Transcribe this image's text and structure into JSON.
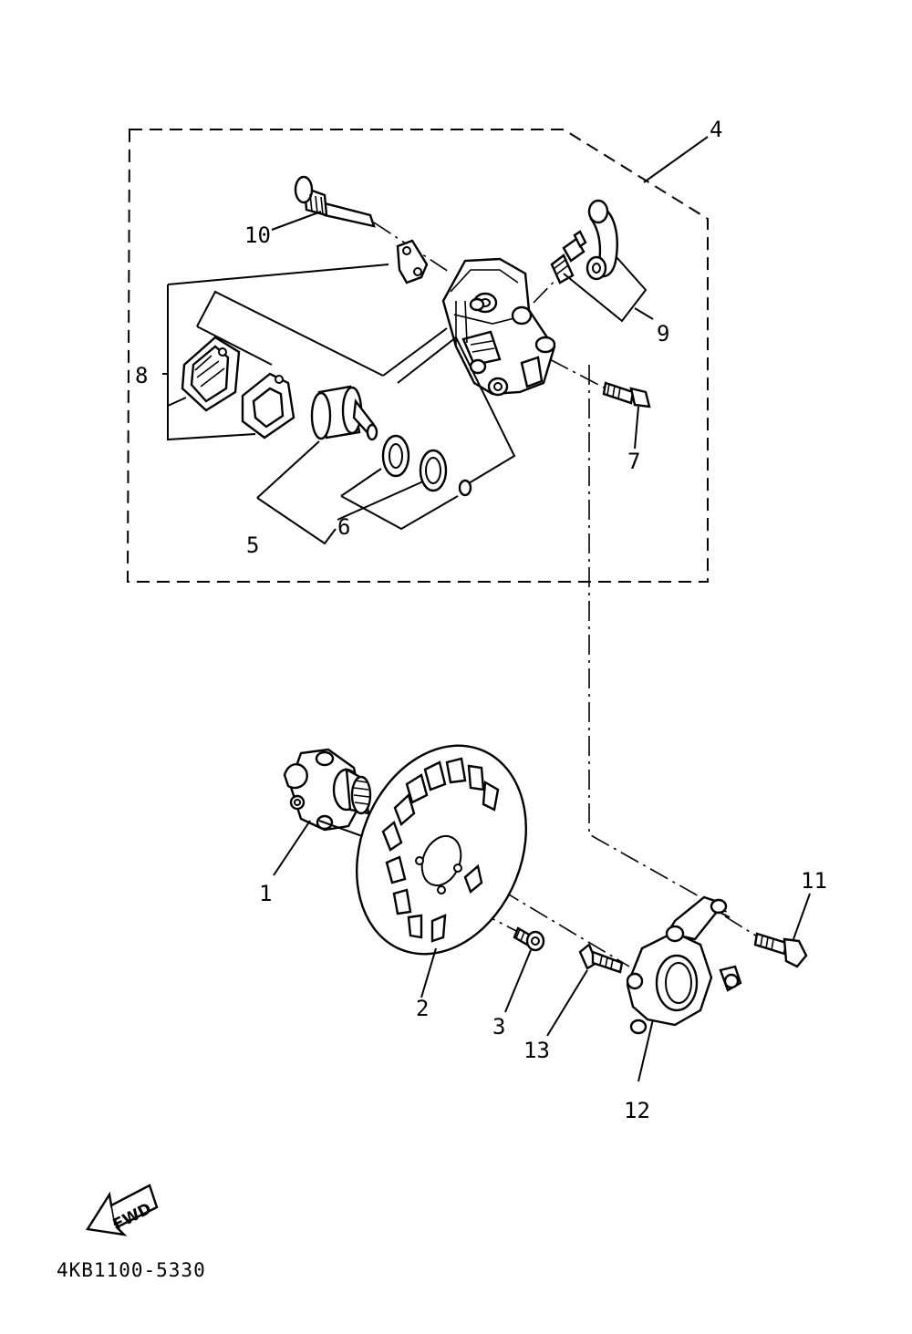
{
  "callouts": [
    {
      "id": "1",
      "text": "1"
    },
    {
      "id": "2",
      "text": "2"
    },
    {
      "id": "3",
      "text": "3"
    },
    {
      "id": "4",
      "text": "4"
    },
    {
      "id": "5",
      "text": "5"
    },
    {
      "id": "6",
      "text": "6"
    },
    {
      "id": "7",
      "text": "7"
    },
    {
      "id": "8",
      "text": "8"
    },
    {
      "id": "9",
      "text": "9"
    },
    {
      "id": "10",
      "text": "10"
    },
    {
      "id": "11",
      "text": "11"
    },
    {
      "id": "12",
      "text": "12"
    },
    {
      "id": "13",
      "text": "13"
    }
  ],
  "direction_badge": {
    "text": "FWD",
    "icon": "fwd-arrow-icon"
  },
  "drawing_code": "4KB1100-5330"
}
